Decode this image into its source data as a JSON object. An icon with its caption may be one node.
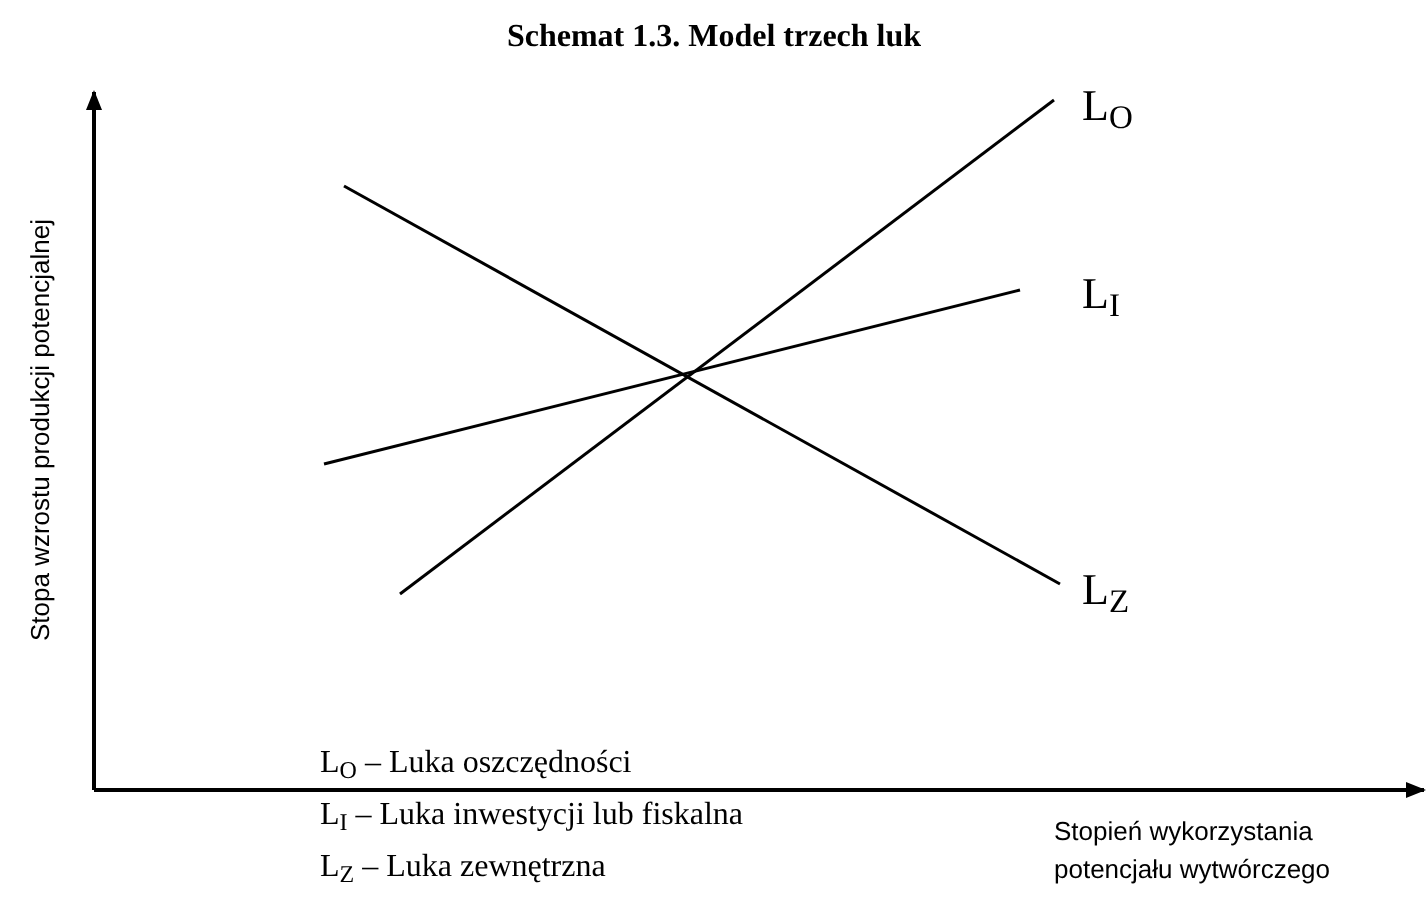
{
  "diagram": {
    "title": "Schemat 1.3. Model trzech luk",
    "labels": [
      "L$_{O}$",
      "L$_{I}$",
      "L$_{Z}$",
      "Stopa wzrostu produkcji potencjalnej",
      "Stopień wykorzystania potencjału wytwórczego",
      "L$_{O}$ – Luka oszczędności",
      "L$_{I}$ – Luka inwestycji lub fiskalna",
      "L$_{Z}$ – Luka zewnętrzna"
    ]
  }
}
